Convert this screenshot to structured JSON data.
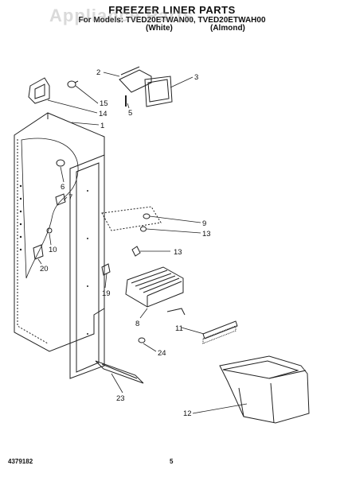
{
  "header": {
    "watermark": "Appliance Parts",
    "title": "FREEZER LINER PARTS",
    "models": "For Models: TVED20ETWAN00, TVED20ETWAH00",
    "color1": "(White)",
    "color2": "(Almond)"
  },
  "callouts": [
    "1",
    "2",
    "3",
    "5",
    "6",
    "7",
    "8",
    "9",
    "10",
    "11",
    "12",
    "13",
    "13",
    "14",
    "15",
    "19",
    "20",
    "23",
    "24"
  ],
  "footer": {
    "doc_number": "4379182",
    "page_number": "5"
  }
}
